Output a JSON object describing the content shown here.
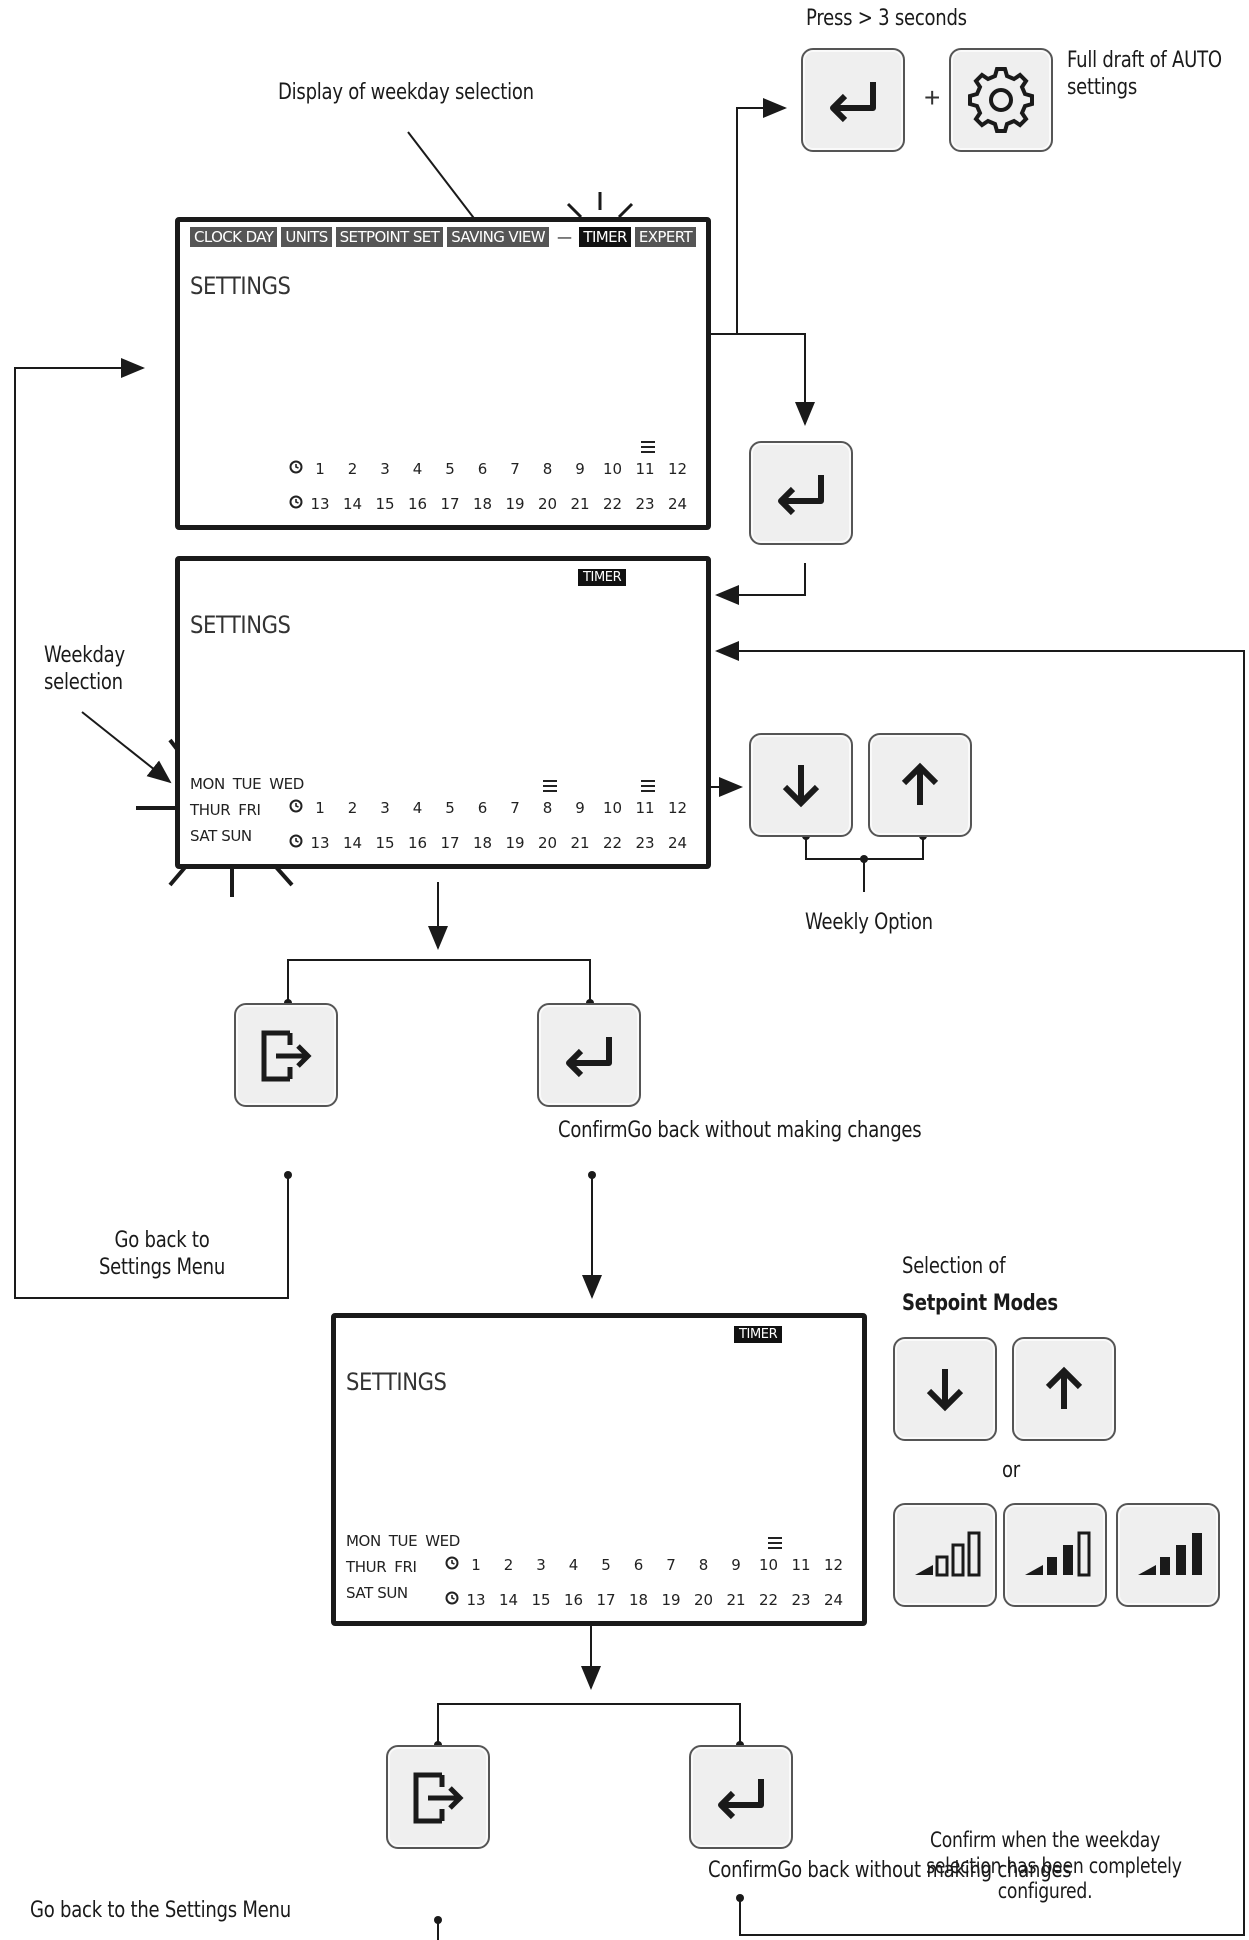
{
  "labels": {
    "press_long": "Press > 3 seconds",
    "full_draft": "Full draft of AUTO\nsettings",
    "display_weekday": "Display of weekday selection",
    "weekday_selection": "Weekday\nselection",
    "weekly_option": "Weekly Option",
    "confirm_go_back_1": "ConfirmGo back without making changes",
    "go_back_settings_menu": "Go back to\nSettings Menu",
    "selection_of": "Selection of",
    "setpoint_modes": "Setpoint Modes",
    "or": "or",
    "confirm_go_back_2": "ConfirmGo back without making changes",
    "confirm_weekday": "Confirm when the weekday\nselection has been completely\nconfigured.",
    "go_back_settings_menu_2": "Go back to the Settings Menu",
    "plus": "+"
  },
  "screen1": {
    "menu": [
      "CLOCK DAY",
      "UNITS",
      "SETPOINT SET",
      "SAVING VIEW",
      "—",
      "TIMER",
      "EXPERT"
    ],
    "title": "SETTINGS",
    "hours_top": [
      "1",
      "2",
      "3",
      "4",
      "5",
      "6",
      "7",
      "8",
      "9",
      "10",
      "11",
      "12"
    ],
    "hours_bottom": [
      "13",
      "14",
      "15",
      "16",
      "17",
      "18",
      "19",
      "20",
      "21",
      "22",
      "23",
      "24"
    ]
  },
  "screen2": {
    "badge": "TIMER",
    "title": "SETTINGS",
    "days_row1": [
      "MON",
      "TUE",
      "WED"
    ],
    "days_row2": [
      "THUR",
      "FRI"
    ],
    "days_row3": [
      "SAT SUN"
    ],
    "hours_top": [
      "1",
      "2",
      "3",
      "4",
      "5",
      "6",
      "7",
      "8",
      "9",
      "10",
      "11",
      "12"
    ],
    "hours_bottom": [
      "13",
      "14",
      "15",
      "16",
      "17",
      "18",
      "19",
      "20",
      "21",
      "22",
      "23",
      "24"
    ]
  },
  "screen3": {
    "badge": "TIMER",
    "title": "SETTINGS",
    "days_row1": [
      "MON",
      "TUE",
      "WED"
    ],
    "days_row2": [
      "THUR",
      "FRI"
    ],
    "days_row3": [
      "SAT SUN"
    ],
    "hours_top": [
      "1",
      "2",
      "3",
      "4",
      "5",
      "6",
      "7",
      "8",
      "9",
      "10",
      "11",
      "12"
    ],
    "hours_bottom": [
      "13",
      "14",
      "15",
      "16",
      "17",
      "18",
      "19",
      "20",
      "21",
      "22",
      "23",
      "24"
    ]
  },
  "icons": {
    "enter": "enter-return-icon",
    "gear": "gear-icon",
    "down": "arrow-down-icon",
    "up": "arrow-up-icon",
    "exit": "exit-door-icon",
    "signal_low": "signal-level-1-icon",
    "signal_mid": "signal-level-2-icon",
    "signal_high": "signal-level-3-icon",
    "clock": "clock-icon"
  }
}
